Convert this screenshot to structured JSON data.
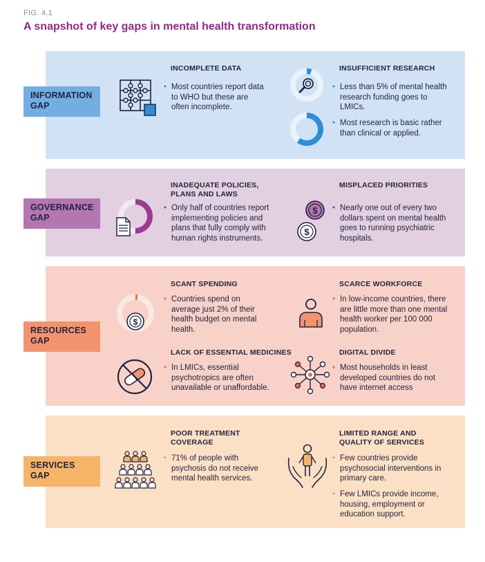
{
  "figure": {
    "label": "FIG. 4.1",
    "title": "A snapshot of key gaps in mental health transformation"
  },
  "colors": {
    "title": "#8e2a86",
    "info_band": "#d2e2f5",
    "info_tag": "#72aee2",
    "gov_band": "#e2cfe0",
    "gov_tag": "#b476b0",
    "res_band": "#f8d2c8",
    "res_tag": "#f3936e",
    "serv_band": "#fce0c5",
    "serv_tag": "#f5b468",
    "ink": "#1f2340"
  },
  "gaps": {
    "information": {
      "label_line1": "INFORMATION",
      "label_line2": "GAP",
      "left": {
        "heading": "INCOMPLETE DATA",
        "icon": "puzzle-icon",
        "points": [
          "Most countries report data to WHO but these are often incomplete."
        ]
      },
      "right": {
        "heading": "INSUFFICIENT RESEARCH",
        "icons": [
          "magnifier-donut-icon",
          "donut-icon"
        ],
        "points": [
          "Less than 5% of mental health research funding goes to LMICs.",
          "Most research is basic rather than clinical or applied."
        ],
        "donut_fractions": [
          0.05,
          0.6
        ]
      }
    },
    "governance": {
      "label_line1": "GOVERNANCE",
      "label_line2": "GAP",
      "left": {
        "heading_line1": "INADEQUATE POLICIES,",
        "heading_line2": "PLANS AND LAWS",
        "icon": "document-donut-icon",
        "points": [
          "Only half of countries report implementing policies and plans that fully comply with human rights instruments."
        ],
        "donut_fraction": 0.5
      },
      "right": {
        "heading": "MISPLACED PRIORITIES",
        "icon": "coins-icon",
        "points": [
          "Nearly one out of every two dollars spent on mental health goes to running psychiatric hospitals."
        ]
      }
    },
    "resources": {
      "label_line1": "RESOURCES",
      "label_line2": "GAP",
      "top_left": {
        "heading": "SCANT SPENDING",
        "icon": "coin-donut-icon",
        "points": [
          "Countries spend on average just 2% of their health budget on mental health."
        ],
        "donut_fraction": 0.02
      },
      "top_right": {
        "heading": "SCARCE WORKFORCE",
        "icon": "person-icon",
        "points": [
          "In low-income countries, there are little more than one mental health worker per 100 000 population."
        ]
      },
      "bottom_left": {
        "heading": "LACK OF ESSENTIAL MEDICINES",
        "icon": "no-pill-icon",
        "points": [
          "In LMICs, essential psychotropics are often unavailable or unaffordable."
        ]
      },
      "bottom_right": {
        "heading": "DIGITAL DIVIDE",
        "icon": "network-icon",
        "points": [
          "Most households in least developed countries do not have internet access"
        ]
      }
    },
    "services": {
      "label_line1": "SERVICES",
      "label_line2": "GAP",
      "left": {
        "heading_line1": "POOR TREATMENT",
        "heading_line2": "COVERAGE",
        "icon": "crowd-icon",
        "points": [
          "71% of people with psychosis do not receive mental health services."
        ],
        "highlighted_fraction": 0.29
      },
      "right": {
        "heading_line1": "LIMITED RANGE AND",
        "heading_line2": "QUALITY OF SERVICES",
        "icon": "hands-person-icon",
        "points": [
          "Few countries provide psychosocial interventions in primary care.",
          "Few LMICs provide income, housing, employment or education support."
        ]
      }
    }
  }
}
